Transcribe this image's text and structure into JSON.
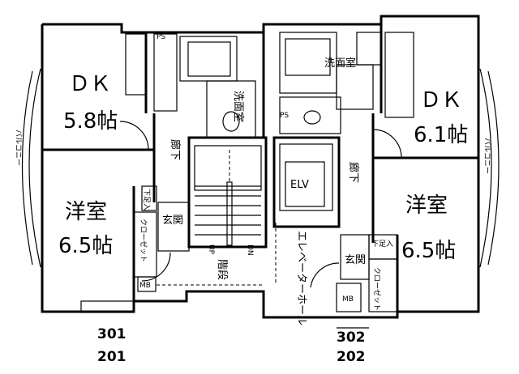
{
  "units": [
    {
      "id": "left",
      "numbers": [
        "301",
        "201"
      ],
      "dk": {
        "label": "ＤＫ",
        "size": "5.8帖"
      },
      "western": {
        "label": "洋室",
        "size": "6.5帖"
      },
      "balcony": "バルコニー",
      "washroom": "洗面室",
      "hall": "廊下",
      "shoe": "下足入",
      "entrance": "玄関",
      "closet": "クローゼット",
      "mb": "MB",
      "ps": "PS"
    },
    {
      "id": "right",
      "numbers": [
        "302",
        "202"
      ],
      "dk": {
        "label": "ＤＫ",
        "size": "6.1帖"
      },
      "western": {
        "label": "洋室",
        "size": "6.5帖"
      },
      "balcony": "バルコニー",
      "washroom": "洗面室",
      "hall": "廊下",
      "shoe": "下足入",
      "entrance": "玄関",
      "closet": "クローゼット",
      "mb": "MB",
      "ps": "PS"
    }
  ],
  "common": {
    "stairs": "階段",
    "up": "UP",
    "down": "DN",
    "elevator": "ELV",
    "elevator_hall": "エレベーターホール"
  }
}
